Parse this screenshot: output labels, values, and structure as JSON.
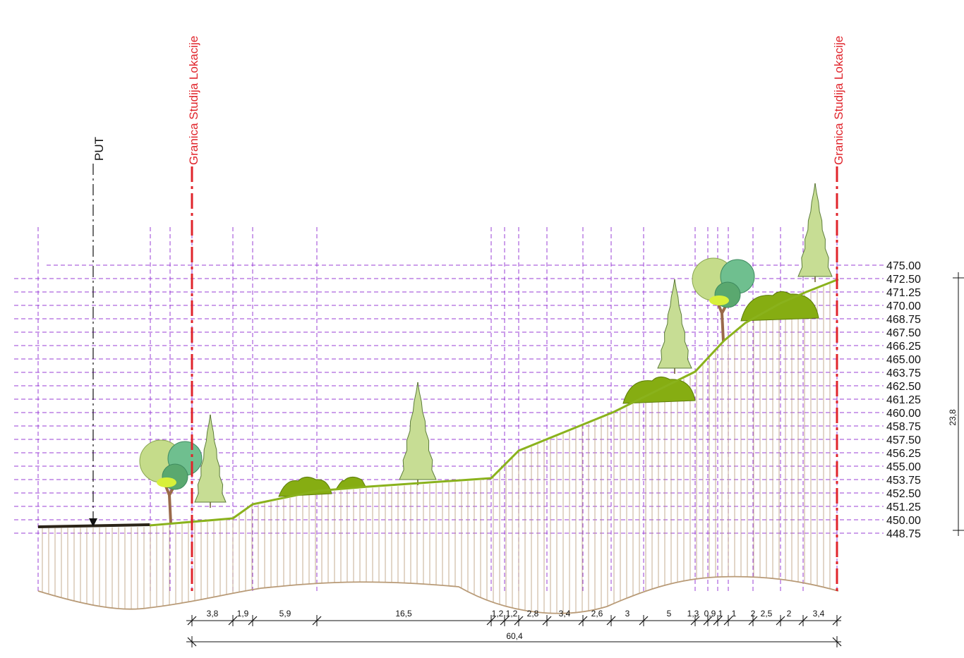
{
  "drawing": {
    "labels": {
      "border_left": "Granica Studija Lokacije",
      "border_right": "Granica Studija Lokacije",
      "road": "PUT",
      "total_height": "23,8",
      "total_width": "60,4"
    },
    "elevations": [
      "475.00",
      "472.50",
      "471.25",
      "470.00",
      "468.75",
      "467.50",
      "466.25",
      "465.00",
      "463.75",
      "462.50",
      "461.25",
      "460.00",
      "458.75",
      "457.50",
      "456.25",
      "455.00",
      "453.75",
      "452.50",
      "451.25",
      "450.00",
      "448.75"
    ],
    "segments": [
      "3,8",
      "1,9",
      "5,9",
      "16,5",
      "1,2",
      "1,2",
      "2,8",
      "3,4",
      "2,6",
      "3",
      "5",
      "1,3",
      "0,9",
      "1",
      "1",
      "2",
      "2,5",
      "2",
      "3,4"
    ],
    "colors": {
      "grid": "#9a3fd6",
      "border": "#e0242b",
      "terrain": "#8ab21c",
      "hatch": "#b89a76",
      "road": "#2b2418"
    }
  }
}
